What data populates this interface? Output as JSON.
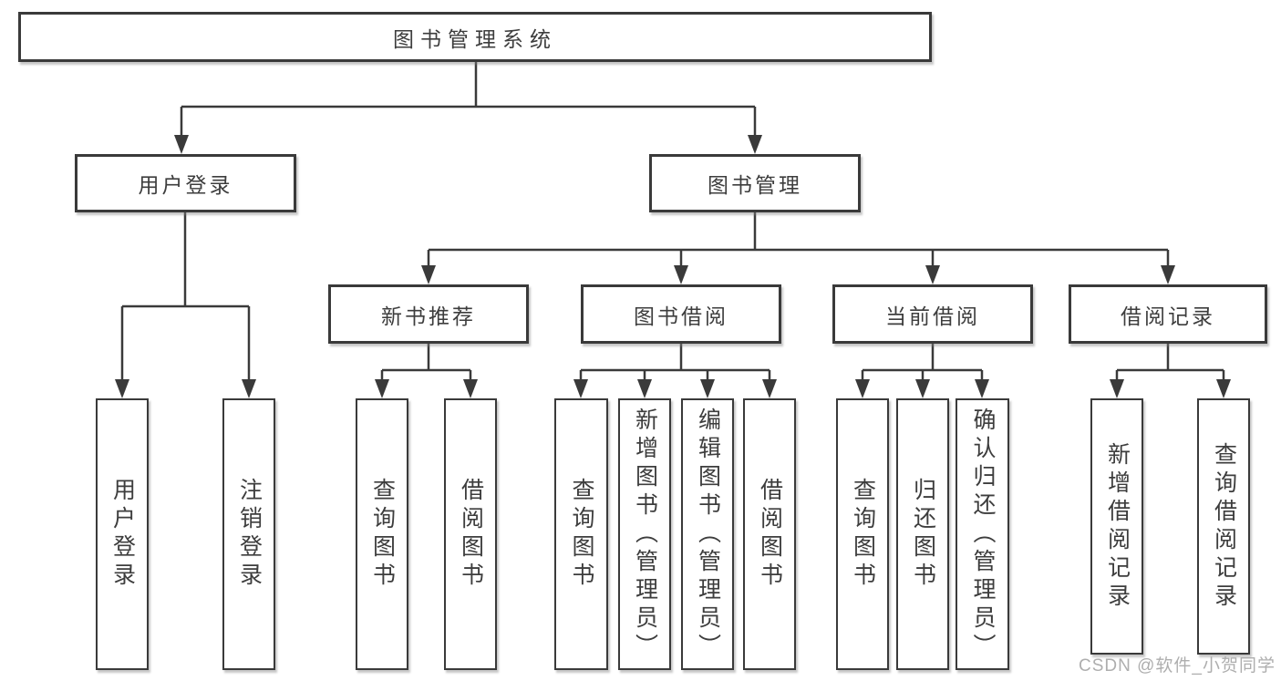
{
  "colors": {
    "line": "#3a3a3a",
    "text": "#3d3d3d",
    "box_background": "#ffffff",
    "watermark": "#a5a5a5"
  },
  "tree": {
    "label": "图书管理系统",
    "children": [
      {
        "label": "用户登录",
        "children": [
          {
            "label": "用户登录"
          },
          {
            "label": "注销登录"
          }
        ]
      },
      {
        "label": "图书管理",
        "children": [
          {
            "label": "新书推荐",
            "children": [
              {
                "label": "查询图书"
              },
              {
                "label": "借阅图书"
              }
            ]
          },
          {
            "label": "图书借阅",
            "children": [
              {
                "label": "查询图书"
              },
              {
                "label": "新增图书（管理员）"
              },
              {
                "label": "编辑图书（管理员）"
              },
              {
                "label": "借阅图书"
              }
            ]
          },
          {
            "label": "当前借阅",
            "children": [
              {
                "label": "查询图书"
              },
              {
                "label": "归还图书"
              },
              {
                "label": "确认归还（管理员）"
              }
            ]
          },
          {
            "label": "借阅记录",
            "children": [
              {
                "label": "新增借阅记录"
              },
              {
                "label": "查询借阅记录"
              }
            ]
          }
        ]
      }
    ]
  },
  "watermark": {
    "text": "CSDN @软件_小贺同学"
  }
}
